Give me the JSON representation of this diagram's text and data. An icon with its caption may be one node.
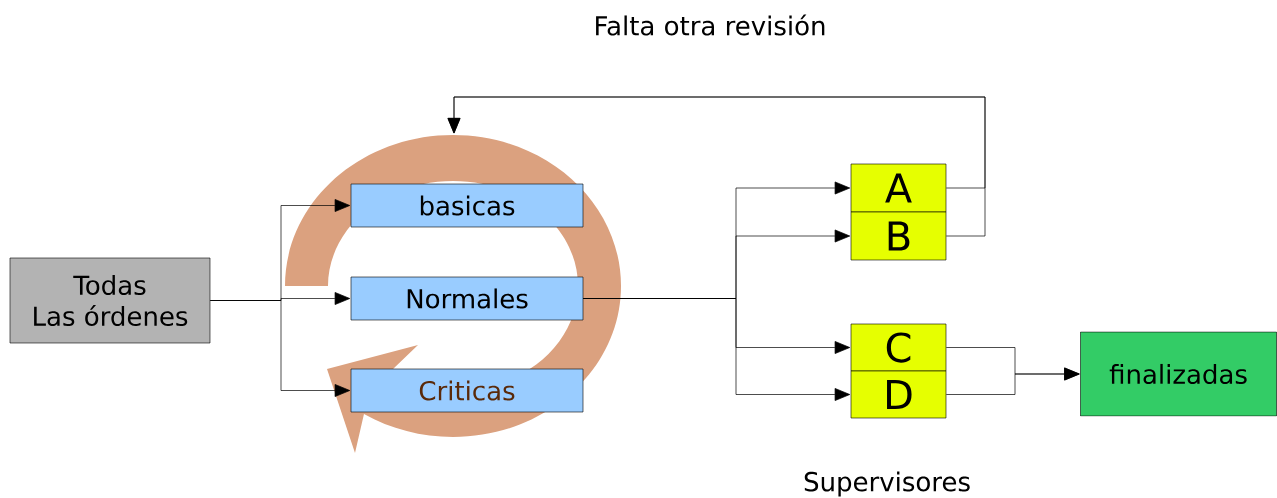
{
  "diagram": {
    "nodes": [
      {
        "text": [
          "Todas Las órdenes"
        ]
      },
      {
        "text": [
          "basicas"
        ]
      },
      {
        "text": [
          "Normales"
        ]
      },
      {
        "text": [
          "Criticas"
        ]
      },
      {
        "text": [
          "A"
        ]
      },
      {
        "text": [
          "B"
        ]
      },
      {
        "text": [
          "C"
        ]
      },
      {
        "text": [
          "D"
        ]
      },
      {
        "text": [
          "finalizadas"
        ]
      }
    ],
    "edges": [
      {
        "from": 0,
        "to": 1,
        "arrow": "to"
      },
      {
        "from": 0,
        "to": 2,
        "arrow": "to"
      },
      {
        "from": 0,
        "to": 3,
        "arrow": "to"
      },
      {
        "from": 2,
        "to": 4,
        "arrow": "to"
      },
      {
        "from": 2,
        "to": 5,
        "arrow": "to"
      },
      {
        "from": 2,
        "to": 6,
        "arrow": "to"
      },
      {
        "from": 2,
        "to": 7,
        "arrow": "to"
      },
      {
        "from": 4,
        "to": null,
        "arrow": "to"
      },
      {
        "from": 5,
        "to": null,
        "arrow": "to"
      },
      {
        "from": 6,
        "to": 8,
        "arrow": "to"
      },
      {
        "from": 7,
        "to": 8,
        "arrow": "to"
      }
    ],
    "labels": [
      "Falta otra revisión",
      "Supervisores"
    ]
  }
}
